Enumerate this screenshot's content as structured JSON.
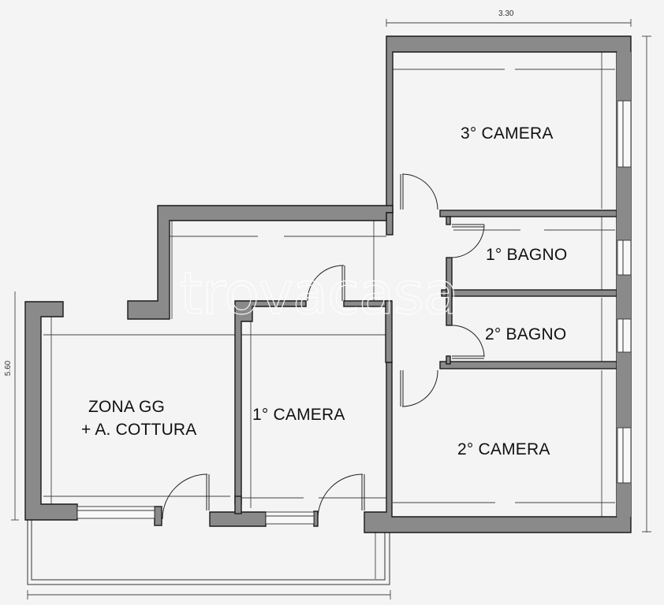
{
  "plan": {
    "rooms": [
      {
        "id": "camera3",
        "label": "3° CAMERA"
      },
      {
        "id": "bagno1",
        "label": "1° BAGNO"
      },
      {
        "id": "bagno2",
        "label": "2° BAGNO"
      },
      {
        "id": "camera2",
        "label": "2° CAMERA"
      },
      {
        "id": "camera1",
        "label": "1° CAMERA"
      },
      {
        "id": "zona_gg_line1",
        "label": "ZONA GG"
      },
      {
        "id": "zona_gg_line2",
        "label": "+ A. COTTURA"
      }
    ],
    "dimensions": {
      "top_width": "3.30",
      "left_height": "5.60"
    },
    "watermark": "trovacasa",
    "colors": {
      "wall_fill": "#8a8a8a",
      "background": "#f4f4f4",
      "line": "#1a1a1a"
    }
  }
}
